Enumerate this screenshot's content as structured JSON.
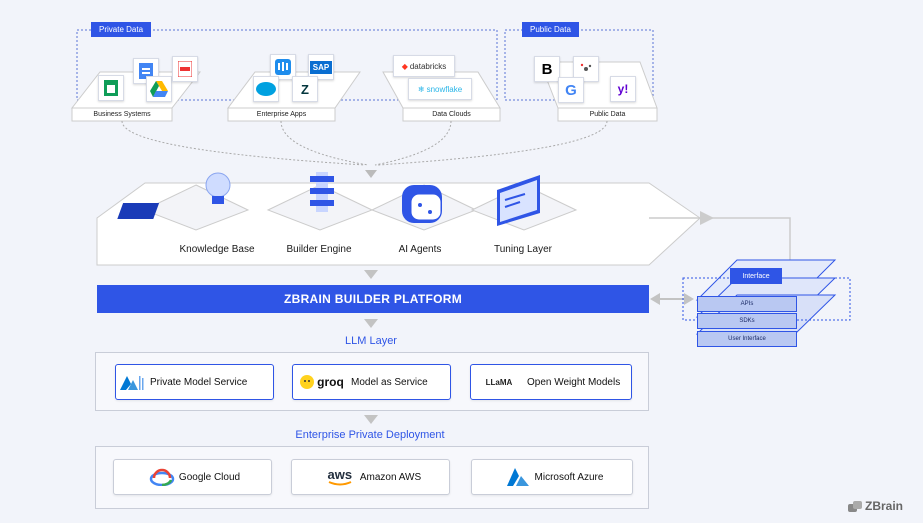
{
  "sources": {
    "private_tag": "Private Data",
    "public_tag": "Public Data",
    "groups": [
      "Business Systems",
      "Enterprise Apps",
      "Data Clouds",
      "Public Data"
    ],
    "logos": {
      "databricks": "databricks",
      "snowflake": "snowflake",
      "sap": "SAP",
      "bloomberg": "B",
      "google": "G",
      "yahoo": "y!",
      "salesforce": "salesforce",
      "zendesk": "Z"
    }
  },
  "engine": {
    "components": [
      "Knowledge Base",
      "Builder Engine",
      "AI Agents",
      "Tuning Layer"
    ]
  },
  "platform": {
    "title": "ZBRAIN BUILDER PLATFORM"
  },
  "interface": {
    "title": "Interface",
    "layers": [
      "APIs",
      "SDKs",
      "User Interface"
    ]
  },
  "llm": {
    "title": "LLM Layer",
    "items": [
      "Private Model Service",
      "Model as Service",
      "Open Weight Models"
    ],
    "groq_logo": "groq",
    "llama_logo": "LLaMA"
  },
  "deployment": {
    "title": "Enterprise Private Deployment",
    "items": [
      "Google Cloud",
      "Amazon AWS",
      "Microsoft Azure"
    ],
    "aws_logo": "aws"
  },
  "brand": "ZBrain",
  "colors": {
    "accent": "#2f55e6",
    "light_accent": "#b9c8f2",
    "background": "#f2f4fa"
  }
}
